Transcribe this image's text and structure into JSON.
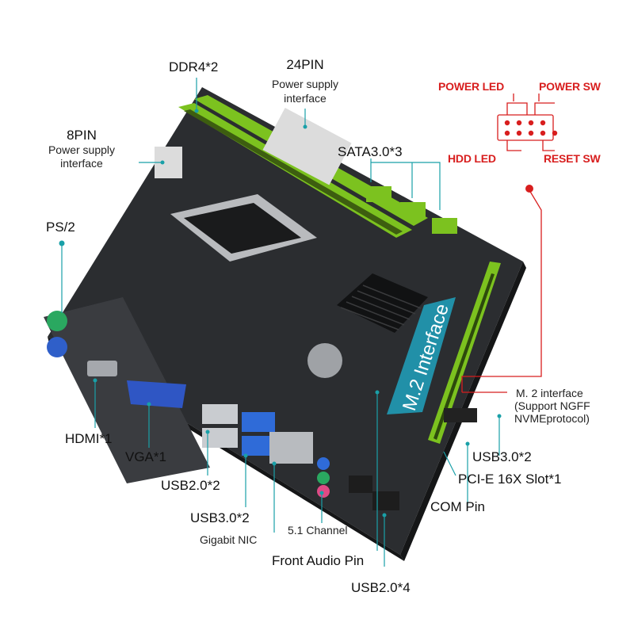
{
  "labels": {
    "ddr4": "DDR4*2",
    "pin24_title": "24PIN",
    "pin24_desc1": "Power supply",
    "pin24_desc2": "interface",
    "pin8_title": "8PIN",
    "pin8_desc1": "Power supply",
    "pin8_desc2": "interface",
    "sata": "SATA3.0*3",
    "ps2": "PS/2",
    "hdmi": "HDMI*1",
    "vga": "VGA*1",
    "usb20_2": "USB2.0*2",
    "usb30_2_rear": "USB3.0*2",
    "gigabit_nic": "Gigabit NIC",
    "channel51": "5.1 Channel",
    "front_audio": "Front Audio Pin",
    "usb20_4": "USB2.0*4",
    "com_pin": "COM Pin",
    "pcie": "PCI-E 16X Slot*1",
    "usb30_2_front": "USB3.0*2",
    "m2_line1": "M. 2 interface",
    "m2_line2": "(Support NGFF",
    "m2_line3": "NVMEprotocol)",
    "m2_board_text": "M.2 Interface"
  },
  "front_panel": {
    "power_led": "POWER LED",
    "power_sw": "POWER SW",
    "hdd_led": "HDD LED",
    "reset_sw": "RESET SW"
  },
  "colors": {
    "pcb": "#2b2d30",
    "slot_green": "#7cc21f",
    "callout_teal": "#19a0a8",
    "m2_blue": "#2190a8",
    "front_panel_red": "#d81e1e"
  }
}
